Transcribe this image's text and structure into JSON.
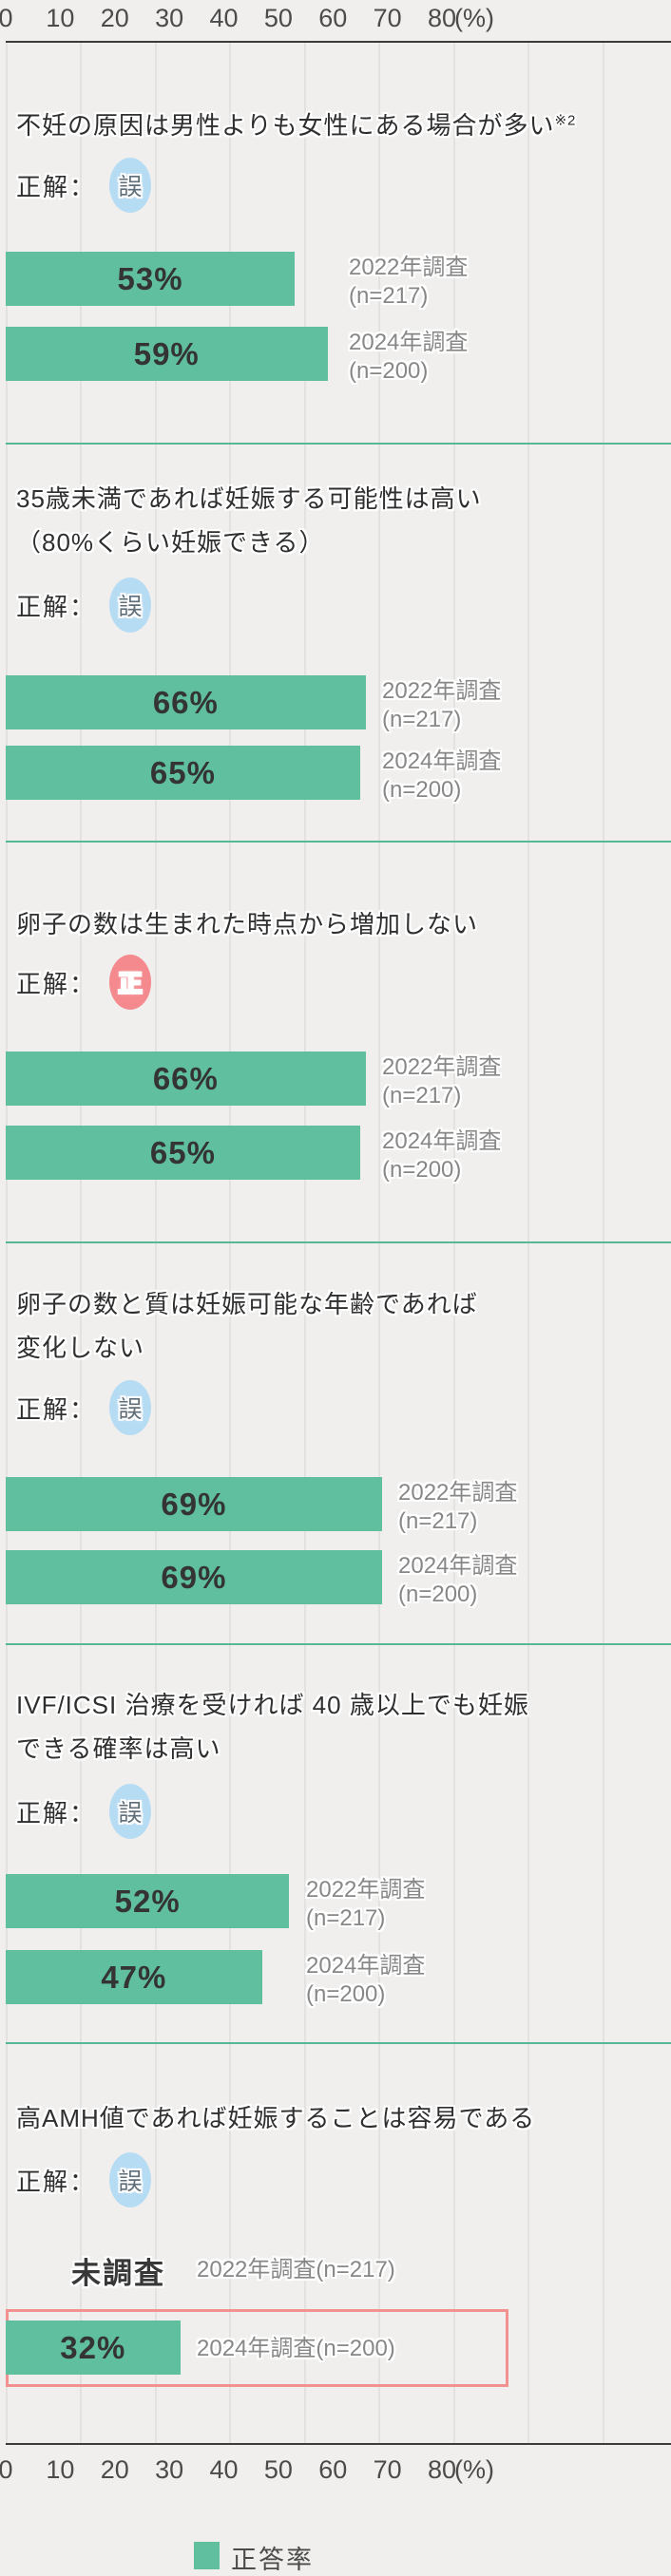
{
  "axis": {
    "ticks": [
      0,
      10,
      20,
      30,
      40,
      50,
      60,
      70,
      80
    ],
    "unit": "(%)",
    "max": 80
  },
  "legend": {
    "label": "正答率"
  },
  "colors": {
    "background": "#f0efed",
    "bar": "#5fbf9e",
    "divider": "#54b797",
    "badge_incorrect_bg": "#b6dcf4",
    "badge_correct_bg": "#f4898e",
    "highlight_box_border": "#f2918f"
  },
  "sections": [
    {
      "question_lines": [
        "不妊の原因は男性よりも女性にある場合が多い"
      ],
      "note": "※2",
      "answer_label": "正解：",
      "answer": "誤",
      "rows": [
        {
          "value": 53,
          "display": "53%",
          "label_lines": [
            "2022年調査",
            "(n=217)"
          ]
        },
        {
          "value": 59,
          "display": "59%",
          "label_lines": [
            "2024年調査",
            "(n=200)"
          ]
        }
      ]
    },
    {
      "question_lines": [
        "35歳未満であれば妊娠する可能性は高い",
        "（80%くらい妊娠できる）"
      ],
      "answer_label": "正解：",
      "answer": "誤",
      "rows": [
        {
          "value": 66,
          "display": "66%",
          "label_lines": [
            "2022年調査",
            "(n=217)"
          ]
        },
        {
          "value": 65,
          "display": "65%",
          "label_lines": [
            "2024年調査",
            "(n=200)"
          ]
        }
      ]
    },
    {
      "question_lines": [
        "卵子の数は生まれた時点から増加しない"
      ],
      "answer_label": "正解：",
      "answer": "正",
      "rows": [
        {
          "value": 66,
          "display": "66%",
          "label_lines": [
            "2022年調査",
            "(n=217)"
          ]
        },
        {
          "value": 65,
          "display": "65%",
          "label_lines": [
            "2024年調査",
            "(n=200)"
          ]
        }
      ]
    },
    {
      "question_lines": [
        "卵子の数と質は妊娠可能な年齢であれば",
        "変化しない"
      ],
      "answer_label": "正解：",
      "answer": "誤",
      "rows": [
        {
          "value": 69,
          "display": "69%",
          "label_lines": [
            "2022年調査",
            "(n=217)"
          ]
        },
        {
          "value": 69,
          "display": "69%",
          "label_lines": [
            "2024年調査",
            "(n=200)"
          ]
        }
      ]
    },
    {
      "question_lines": [
        "IVF/ICSI 治療を受ければ 40 歳以上でも妊娠",
        "できる確率は高い"
      ],
      "answer_label": "正解：",
      "answer": "誤",
      "rows": [
        {
          "value": 52,
          "display": "52%",
          "label_lines": [
            "2022年調査",
            "(n=217)"
          ]
        },
        {
          "value": 47,
          "display": "47%",
          "label_lines": [
            "2024年調査",
            "(n=200)"
          ]
        }
      ]
    },
    {
      "question_lines": [
        "高AMH値であれば妊娠することは容易である"
      ],
      "answer_label": "正解：",
      "answer": "誤",
      "rows": [
        {
          "value": null,
          "display": "未調査",
          "label_lines": [
            "2022年調査(n=217)"
          ]
        },
        {
          "value": 32,
          "display": "32%",
          "label_lines": [
            "2024年調査(n=200)"
          ],
          "highlighted": true
        }
      ]
    }
  ],
  "chart_data": {
    "type": "bar",
    "orientation": "horizontal",
    "unit": "%",
    "xlim": [
      0,
      80
    ],
    "x_ticks": [
      0,
      10,
      20,
      30,
      40,
      50,
      60,
      70,
      80
    ],
    "legend": [
      "正答率"
    ],
    "legend_position": "bottom",
    "grid": true,
    "categories": [
      "不妊の原因は男性よりも女性にある場合が多い※2",
      "35歳未満であれば妊娠する可能性は高い（80%くらい妊娠できる）",
      "卵子の数は生まれた時点から増加しない",
      "卵子の数と質は妊娠可能な年齢であれば変化しない",
      "IVF/ICSI治療を受ければ40歳以上でも妊娠できる確率は高い",
      "高AMH値であれば妊娠することは容易である"
    ],
    "correct_answers": [
      "誤",
      "誤",
      "正",
      "誤",
      "誤",
      "誤"
    ],
    "series": [
      {
        "name": "2022年調査(n=217)",
        "values": [
          53,
          66,
          66,
          69,
          52,
          null
        ]
      },
      {
        "name": "2024年調査(n=200)",
        "values": [
          59,
          65,
          65,
          69,
          47,
          32
        ]
      }
    ],
    "annotations": [
      "2022年調査の高AMH値設問は未調査",
      "2024年調査32%の行が赤枠で強調"
    ]
  }
}
